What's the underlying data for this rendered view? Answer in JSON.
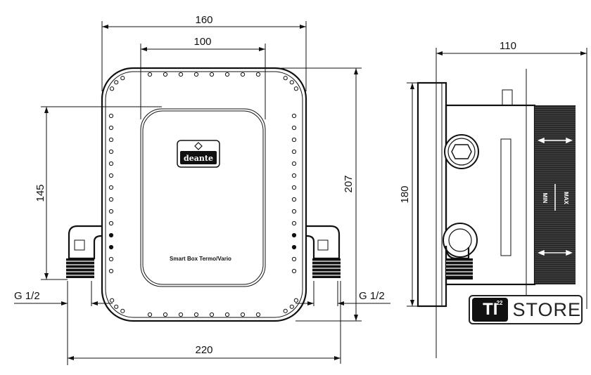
{
  "dimensions": {
    "width_160": "160",
    "width_100": "100",
    "width_110": "110",
    "height_145": "145",
    "height_207": "207",
    "height_180": "180",
    "width_220": "220",
    "thread_left": "G 1/2",
    "thread_right": "G 1/2"
  },
  "product": {
    "brand_logo": "deante",
    "model_label": "Smart Box Termo/Vario"
  },
  "side_view": {
    "min_label": "MIN",
    "max_label": "MAX"
  },
  "badge": {
    "ti": "TI",
    "superscript": "22",
    "store": "STORE"
  },
  "icons": [
    "deante-logo-icon",
    "ti-store-logo-icon"
  ]
}
